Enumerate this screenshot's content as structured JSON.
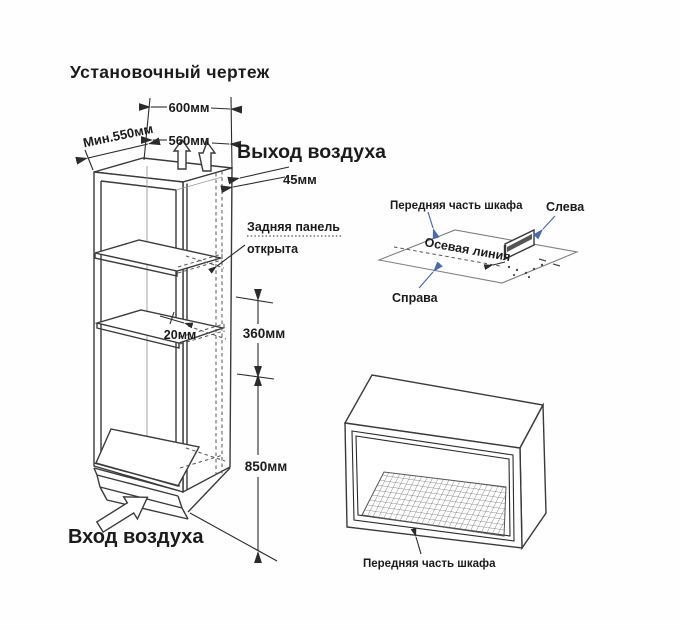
{
  "title": "Установочный чертеж",
  "colors": {
    "background": "#ffffff",
    "line": "#3a3a3a",
    "text": "#1b1b1b",
    "leader_blue": "#4a6ab0",
    "panel_gray": "#7f7f7f"
  },
  "cabinet": {
    "dim_width_outer": "600мм",
    "dim_depth_min": "Мин.550мм",
    "dim_width_inner": "560мм",
    "air_outlet_label": "Выход воздуха",
    "dim_top_clearance": "45мм",
    "back_panel_note_1": "Задняя панель",
    "back_panel_note_2": "открыта",
    "dim_shelf_setback": "20мм",
    "dim_niche_height": "360мм",
    "dim_bottom_height": "850мм",
    "air_inlet_label": "Вход воздуха"
  },
  "centerline_view": {
    "front_label": "Передняя часть шкафа",
    "left_label": "Слева",
    "centerline_label": "Осевая линия",
    "right_label": "Справа"
  },
  "niche_view": {
    "front_label": "Передняя часть шкафа"
  }
}
